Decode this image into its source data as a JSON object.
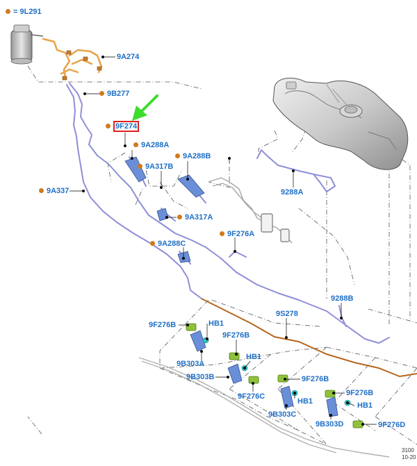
{
  "legend": {
    "text": "= 9L291"
  },
  "colors": {
    "label": "#1f6fc6",
    "marker": "#d07a1e",
    "highlight": "#e0201e",
    "arrow": "#3ddc2e",
    "fuel_line": "#8e8ed8",
    "brown_line": "#b5661e",
    "orange_harness": "#e9a24a",
    "clip_green": "#8fc23a",
    "bracket_blue": "#6a8fd8",
    "clip_cyan": "#2ec7c7"
  },
  "labels": {
    "l9A274": "9A274",
    "l9B277": "9B277",
    "l9F274": "9F274",
    "l9A288A": "9A288A",
    "l9A317B": "9A317B",
    "l9A288B": "9A288B",
    "l9A337": "9A337",
    "l9A317A": "9A317A",
    "l9288A": "9288A",
    "l9F276A": "9F276A",
    "l9A288C": "9A288C",
    "l9288B": "9288B",
    "l9S278": "9S278",
    "l9F276B_1": "9F276B",
    "l9F276B_2": "9F276B",
    "l9F276B_3": "9F276B",
    "l9F276B_4": "9F276B",
    "lHB1_1": "HB1",
    "lHB1_2": "HB1",
    "lHB1_3": "HB1",
    "lHB1_4": "HB1",
    "l9B303A": "9B303A",
    "l9B303B": "9B303B",
    "l9F276C": "9F276C",
    "l9B303C": "9B303C",
    "l9B303D": "9B303D",
    "l9F276D": "9F276D"
  },
  "reference": {
    "line1": "3100",
    "line2": "10-20"
  }
}
